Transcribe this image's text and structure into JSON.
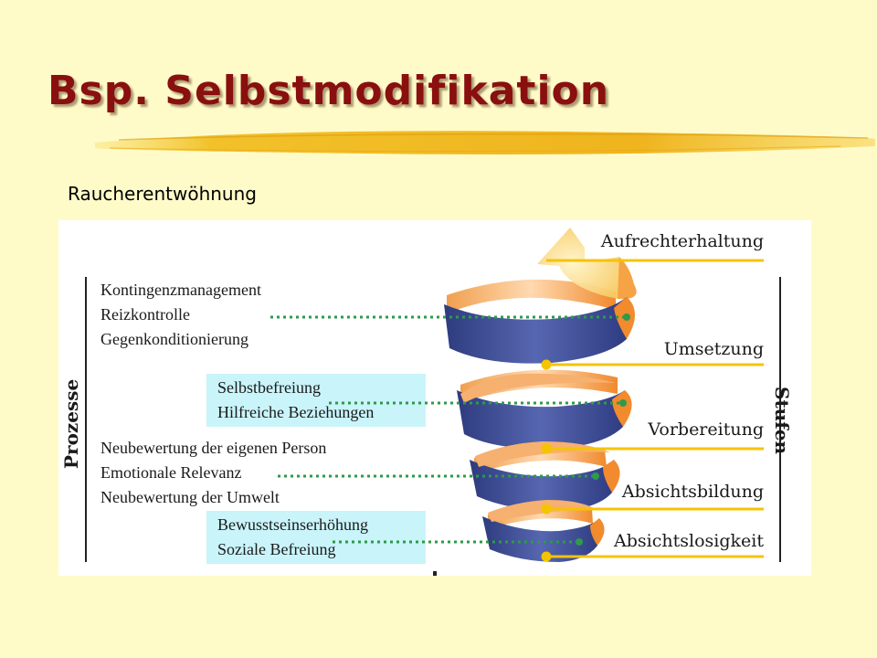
{
  "title": "Bsp. Selbstmodifikation",
  "subtitle": "Raucherentwöhnung",
  "diagram": {
    "left_axis_label": "Prozesse",
    "right_axis_label": "Stufen",
    "process_groups": [
      {
        "highlighted": false,
        "items": [
          "Kontingenzmanagement",
          "Reizkontrolle",
          "Gegenkonditionierung"
        ]
      },
      {
        "highlighted": true,
        "items": [
          "Selbstbefreiung",
          "Hilfreiche Beziehungen"
        ]
      },
      {
        "highlighted": false,
        "items": [
          "Neubewertung der eigenen Person",
          "Emotionale Relevanz",
          "Neubewertung der Umwelt"
        ]
      },
      {
        "highlighted": true,
        "items": [
          "Bewusstseinserhöhung",
          "Soziale Befreiung"
        ]
      }
    ],
    "stages": [
      "Aufrechterhaltung",
      "Umsetzung",
      "Vorbereitung",
      "Absichtsbildung",
      "Absichtslosigkeit"
    ],
    "colors": {
      "title": "#8A0F0F",
      "background": "#FFFBC9",
      "spiral_outer": "#3F4E98",
      "spiral_inner": "#F59A3C",
      "stage_line": "#F5C400",
      "dotted_connector": "#2E9A4A",
      "highlight_box": "#C9F4FA"
    }
  }
}
